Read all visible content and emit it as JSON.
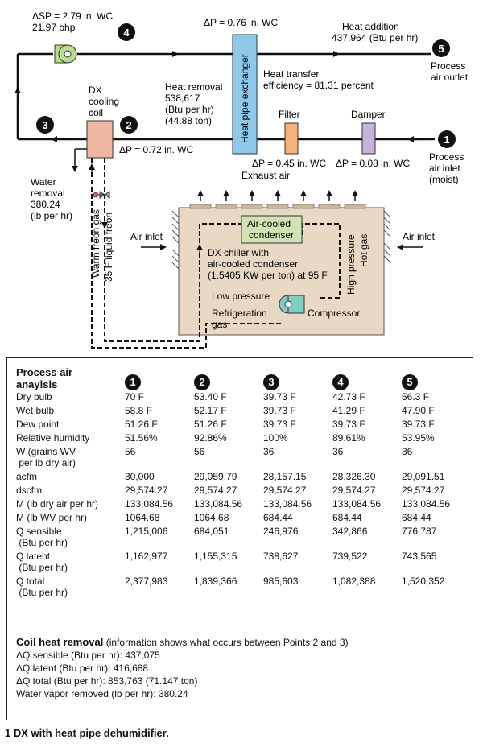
{
  "diagram": {
    "delta_sp": "ΔSP = 2.79 in. WC",
    "fan_bhp": "21.97 bhp",
    "dp_hpx": "ΔP = 0.76 in. WC",
    "heat_addition": "Heat addition",
    "heat_addition_val": "437,964 (Btu per hr)",
    "process_air_outlet_1": "Process",
    "process_air_outlet_2": "air outlet",
    "heat_pipe_exchanger": "Heat pipe exchanger",
    "heat_transfer_1": "Heat transfer",
    "heat_transfer_2": "efficiency = 81.31 percent",
    "heat_removal_1": "Heat removal",
    "heat_removal_2": "538,617",
    "heat_removal_3": "(Btu per hr)",
    "heat_removal_4": "(44.88 ton)",
    "dx_cooling_1": "DX",
    "dx_cooling_2": "cooling",
    "dx_cooling_3": "coil",
    "filter": "Filter",
    "damper": "Damper",
    "dp_coil": "ΔP = 0.72 in. WC",
    "dp_filter": "ΔP = 0.45 in. WC",
    "dp_damper": "ΔP = 0.08 in. WC",
    "process_air_inlet_1": "Process",
    "process_air_inlet_2": "air inlet",
    "process_air_inlet_3": "(moist)",
    "water_removal_1": "Water",
    "water_removal_2": "removal",
    "water_removal_3": "380.24",
    "water_removal_4": "(lb per hr)",
    "exhaust_air": "Exhaust air",
    "warm_freon_gas": "Warm freon gas",
    "liquid_freon": "35 F liquid freon",
    "air_inlet_left": "Air inlet",
    "air_inlet_right": "Air inlet",
    "air_cooled_1": "Air-cooled",
    "air_cooled_2": "condenser",
    "chiller_1": "DX chiller with",
    "chiller_2": "air-cooled condenser",
    "chiller_3": "(1.5405 KW per ton) at 95 F",
    "high_pressure": "High pressure",
    "hot_gas": "Hot gas",
    "low_pressure": "Low pressure",
    "compressor": "Compressor",
    "refrigeration_1": "Refrigeration",
    "refrigeration_2": "gas",
    "points": [
      "1",
      "2",
      "3",
      "4",
      "5"
    ]
  },
  "analysis": {
    "title_line1": "Process air",
    "title_line2": "anaylsis",
    "points": [
      "1",
      "2",
      "3",
      "4",
      "5"
    ],
    "rows": [
      {
        "label": [
          "Dry bulb"
        ],
        "values": [
          "70 F",
          "53.40 F",
          "39.73 F",
          "42.73 F",
          "56.3 F"
        ]
      },
      {
        "label": [
          "Wet bulb"
        ],
        "values": [
          "58.8 F",
          "52.17 F",
          "39.73 F",
          "41.29 F",
          "47.90 F"
        ]
      },
      {
        "label": [
          "Dew point"
        ],
        "values": [
          "51.26 F",
          "51.26 F",
          "39.73 F",
          "39.73 F",
          "39.73 F"
        ]
      },
      {
        "label": [
          "Relative humidity"
        ],
        "values": [
          "51.56%",
          "92.86%",
          "100%",
          "89.61%",
          "53.95%"
        ]
      },
      {
        "label": [
          "W (grains WV",
          " per lb dry air)"
        ],
        "values": [
          "56",
          "56",
          "36",
          "36",
          "36"
        ]
      },
      {
        "label": [
          "acfm"
        ],
        "values": [
          "30,000",
          "29,059.79",
          "28,157.15",
          "28,326.30",
          "29,091.51"
        ]
      },
      {
        "label": [
          "dscfm"
        ],
        "values": [
          "29,574.27",
          "29,574.27",
          "29,574.27",
          "29,574.27",
          "29,574.27"
        ]
      },
      {
        "label": [
          "M (lb dry air per hr)"
        ],
        "values": [
          "133,084.56",
          "133,084.56",
          "133,084.56",
          "133,084.56",
          "133,084.56"
        ]
      },
      {
        "label": [
          "M (lb WV per hr)"
        ],
        "values": [
          "1064.68",
          "1064.68",
          "684.44",
          "684.44",
          "684.44"
        ]
      },
      {
        "label": [
          "Q sensible",
          " (Btu per hr)"
        ],
        "values": [
          "1,215,006",
          "684,051",
          "246,976",
          "342,866",
          "776,787"
        ]
      },
      {
        "label": [
          "Q latent",
          " (Btu per hr)"
        ],
        "values": [
          "1,162,977",
          "1,155,315",
          "738,627",
          "739,522",
          "743,565"
        ]
      },
      {
        "label": [
          "Q total",
          " (Btu per hr)"
        ],
        "values": [
          "2,377,983",
          "1,839,366",
          "985,603",
          "1,082,388",
          "1,520,352"
        ]
      }
    ]
  },
  "coil": {
    "title": "Coil heat removal",
    "note": "(information shows what occurs between Points 2 and 3)",
    "lines": [
      "ΔQ sensible (Btu per hr): 437,075",
      "ΔQ latent (Btu per hr): 416,688",
      "ΔQ total (Btu per hr): 853,763 (71.147 ton)",
      "Water vapor removed (lb per hr): 380.24"
    ]
  },
  "caption": "1  DX with heat pipe dehumidifier.",
  "colors": {
    "equipment_room": "#e9d9c4",
    "heat_pipe": "#8ec8ea",
    "filter": "#f6b27a",
    "damper": "#c9b2d8",
    "coil": "#f0b7a0",
    "condenser": "#cfe3b4",
    "fan": "#b9dd8c",
    "compressor": "#7fcfc4"
  }
}
